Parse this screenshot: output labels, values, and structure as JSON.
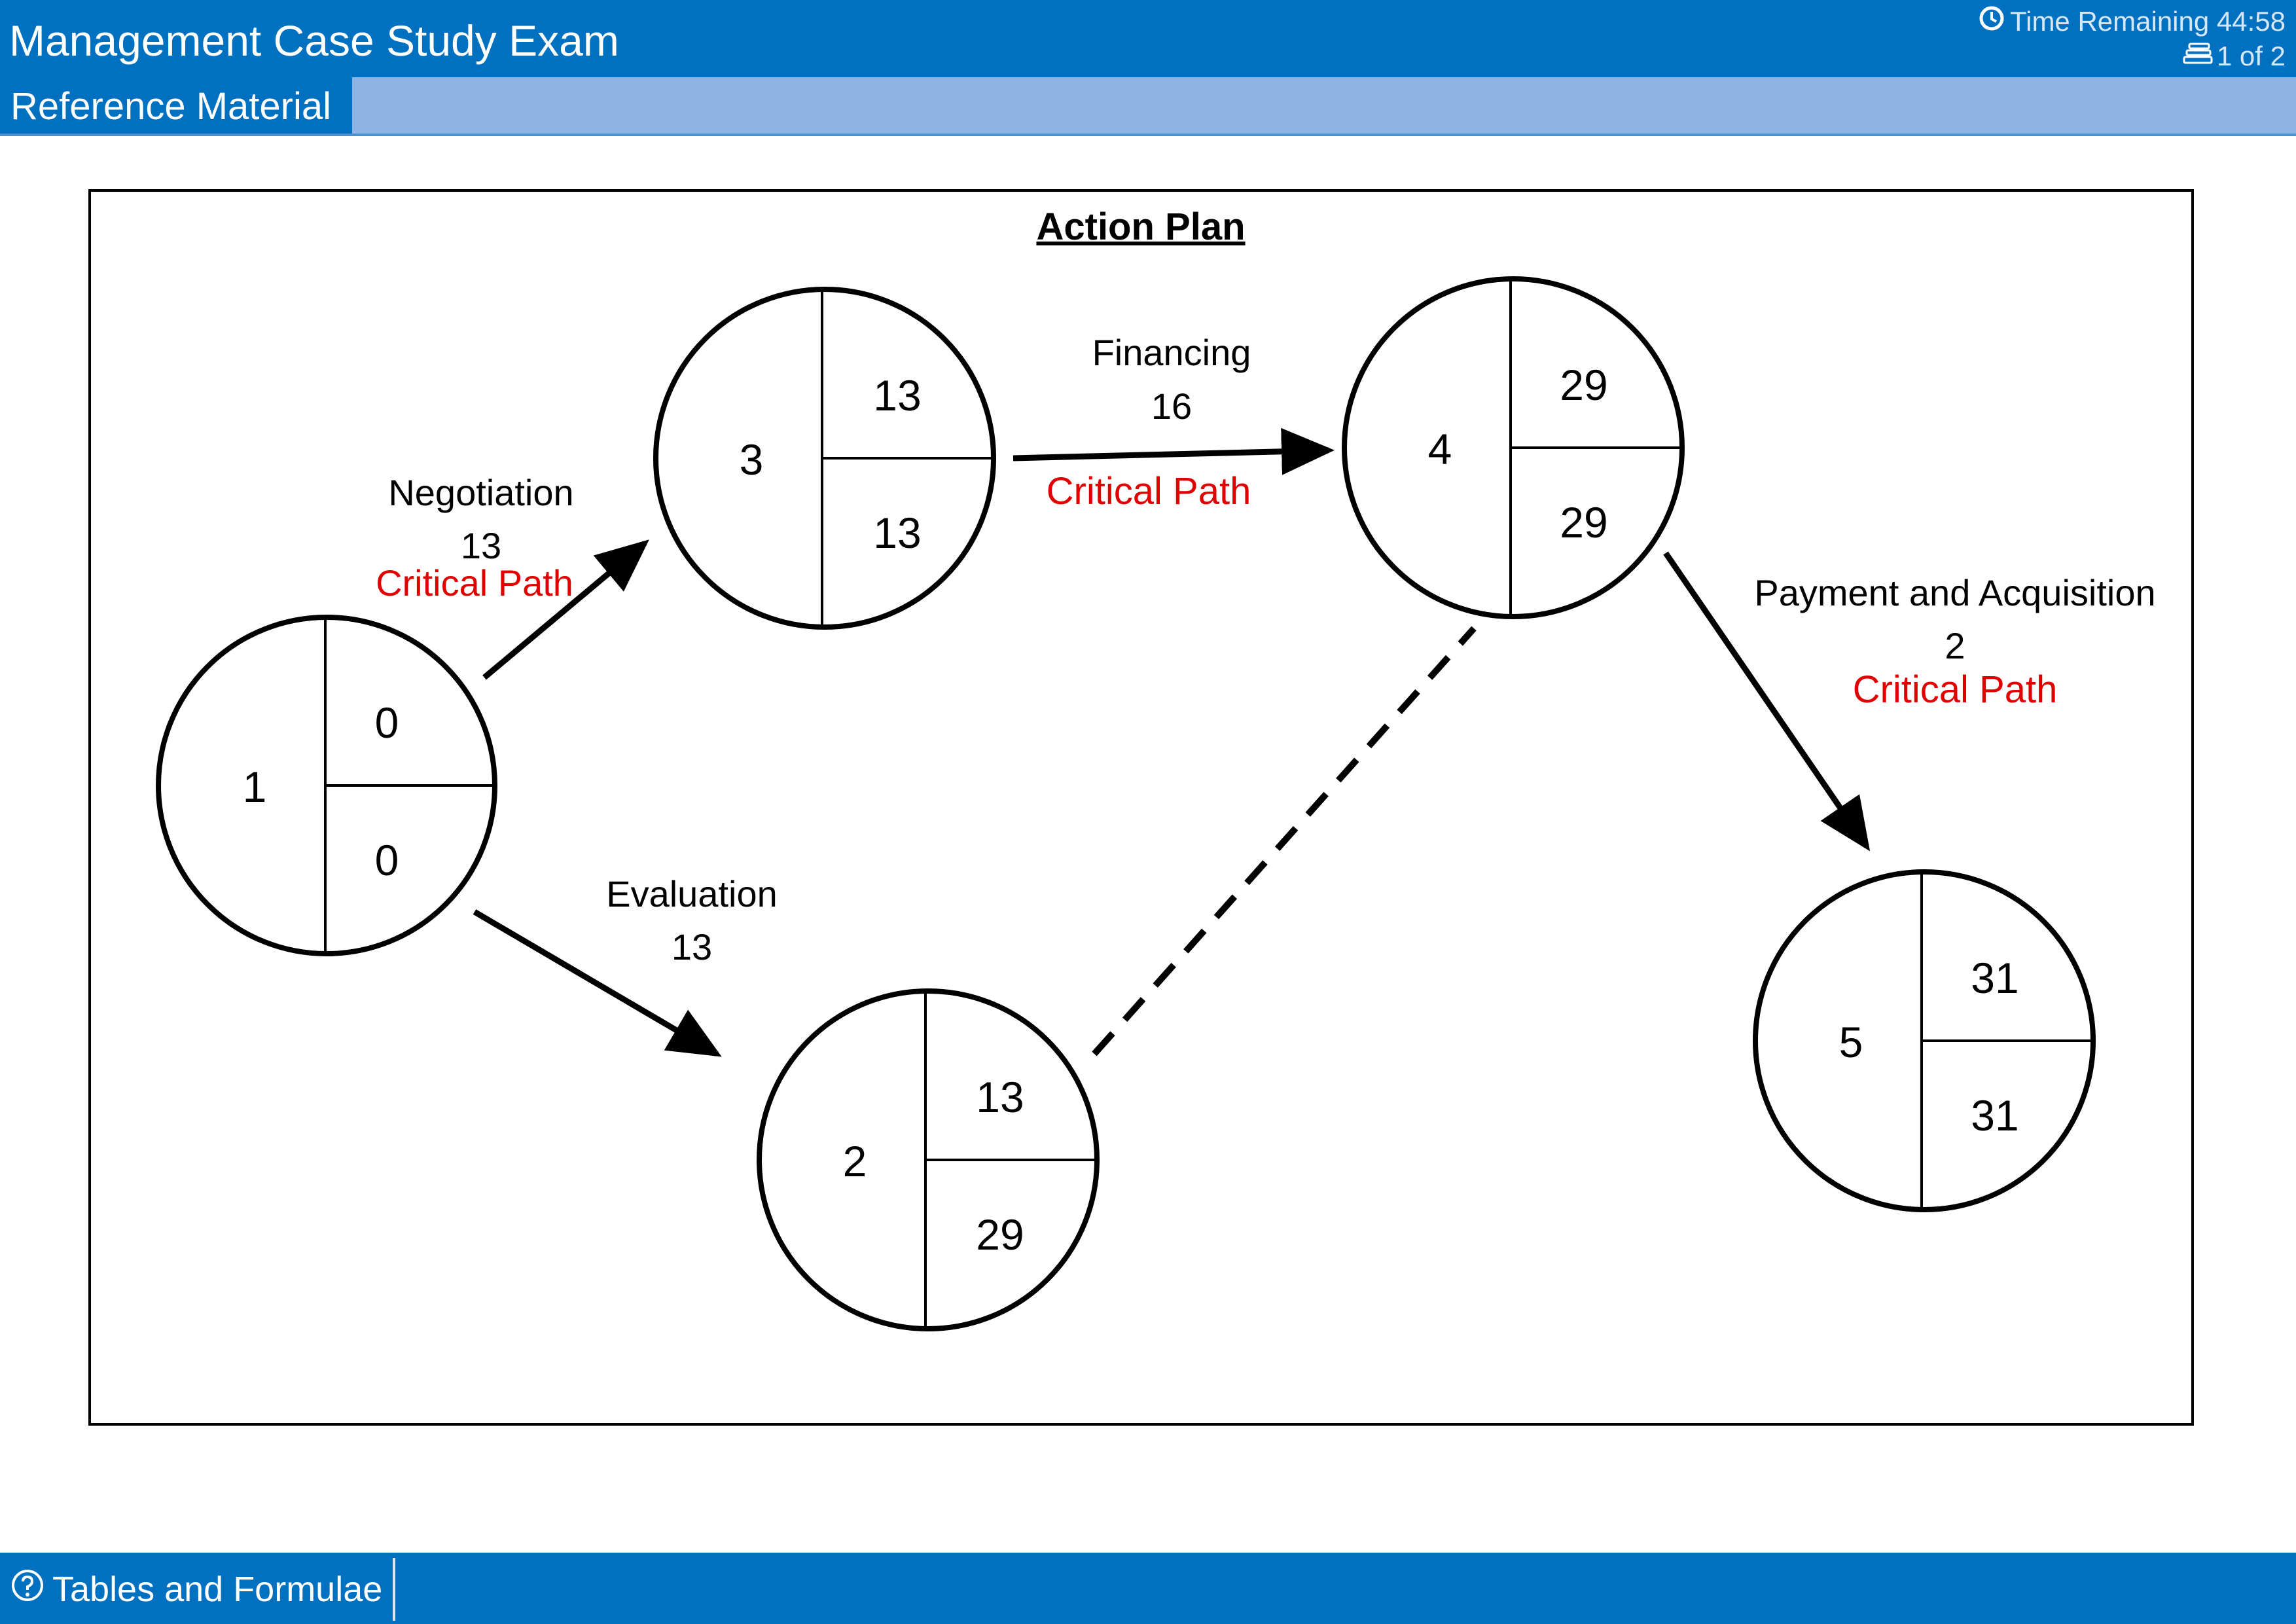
{
  "header": {
    "title": "Management Case Study Exam",
    "timer_text": "Time Remaining 44:58",
    "page_text": "1 of 2",
    "clock_icon": "clock-icon",
    "pages_icon": "pages-icon"
  },
  "tabs": {
    "active": "Reference Material"
  },
  "diagram": {
    "title": "Action Plan",
    "nodes": [
      {
        "id": "1",
        "top": "0",
        "bottom": "0"
      },
      {
        "id": "3",
        "top": "13",
        "bottom": "13"
      },
      {
        "id": "4",
        "top": "29",
        "bottom": "29"
      },
      {
        "id": "2",
        "top": "13",
        "bottom": "29"
      },
      {
        "id": "5",
        "top": "31",
        "bottom": "31"
      }
    ],
    "activities": [
      {
        "name": "Negotiation",
        "duration": "13",
        "tag": "Critical Path"
      },
      {
        "name": "Financing",
        "duration": "16",
        "tag": "Critical Path"
      },
      {
        "name": "Evaluation",
        "duration": "13",
        "tag": ""
      },
      {
        "name": "Payment and Acquisition",
        "duration": "2",
        "tag": "Critical Path"
      }
    ]
  },
  "footer": {
    "button_label": "Tables and Formulae",
    "help_icon": "help-icon"
  },
  "colors": {
    "header_blue": "#0070c0",
    "subbar_blue": "#8db4e2",
    "critical": "#e00000"
  }
}
